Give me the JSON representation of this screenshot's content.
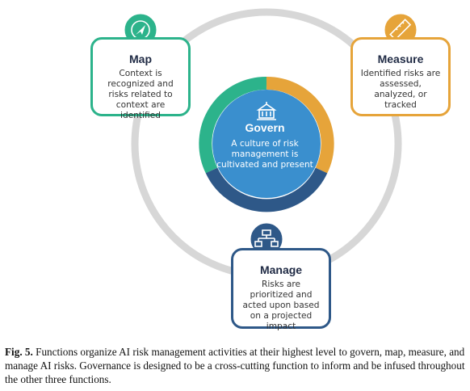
{
  "colors": {
    "map": "#2cb38b",
    "measure": "#e6a43a",
    "manage": "#2e5888",
    "govern": "#3a8fce",
    "ring": "#d7d7d7"
  },
  "govern": {
    "title": "Govern",
    "description": "A culture of risk management is cultivated and present",
    "icon": "building-icon"
  },
  "map": {
    "title": "Map",
    "description": "Context is recognized and risks related to context are identified",
    "icon": "compass-arrow-icon"
  },
  "measure": {
    "title": "Measure",
    "description": "Identified risks are assessed, analyzed, or tracked",
    "icon": "ruler-icon"
  },
  "manage": {
    "title": "Manage",
    "description": "Risks are prioritized and acted upon based on a projected impact",
    "icon": "hierarchy-icon"
  },
  "caption": {
    "label": "Fig. 5.",
    "text": "Functions organize AI risk management activities at their highest level to govern, map, measure, and manage AI risks. Governance is designed to be a cross-cutting function to inform and be infused throughout the other three functions."
  }
}
